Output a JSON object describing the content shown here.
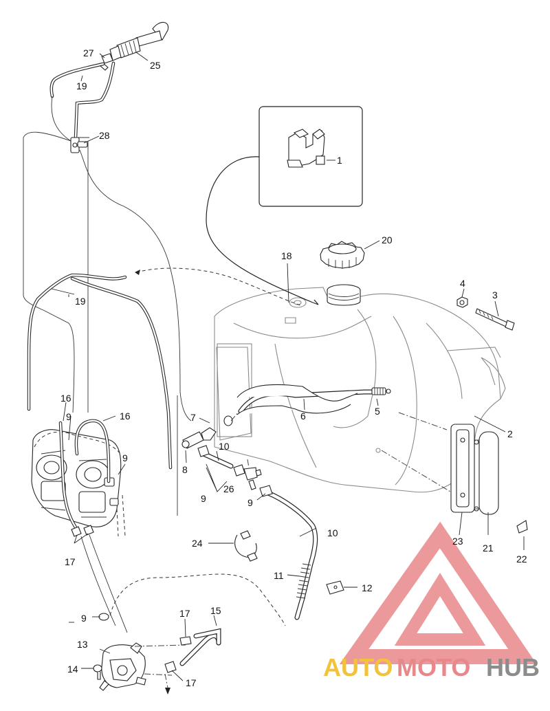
{
  "callouts": [
    {
      "id": "c1",
      "text": "1"
    },
    {
      "id": "c2",
      "text": "2"
    },
    {
      "id": "c3",
      "text": "3"
    },
    {
      "id": "c4",
      "text": "4"
    },
    {
      "id": "c5",
      "text": "5"
    },
    {
      "id": "c6",
      "text": "6"
    },
    {
      "id": "c7",
      "text": "7"
    },
    {
      "id": "c8",
      "text": "8"
    },
    {
      "id": "c9a",
      "text": "9"
    },
    {
      "id": "c9b",
      "text": "9"
    },
    {
      "id": "c9c",
      "text": "9"
    },
    {
      "id": "c9d",
      "text": "9"
    },
    {
      "id": "c9e",
      "text": "9"
    },
    {
      "id": "c10a",
      "text": "10"
    },
    {
      "id": "c10b",
      "text": "10"
    },
    {
      "id": "c11",
      "text": "11"
    },
    {
      "id": "c12",
      "text": "12"
    },
    {
      "id": "c13",
      "text": "13"
    },
    {
      "id": "c14",
      "text": "14"
    },
    {
      "id": "c15",
      "text": "15"
    },
    {
      "id": "c16a",
      "text": "16"
    },
    {
      "id": "c16b",
      "text": "16"
    },
    {
      "id": "c17a",
      "text": "17"
    },
    {
      "id": "c17b",
      "text": "17"
    },
    {
      "id": "c17c",
      "text": "17"
    },
    {
      "id": "c18",
      "text": "18"
    },
    {
      "id": "c19a",
      "text": "19"
    },
    {
      "id": "c19b",
      "text": "19"
    },
    {
      "id": "c20",
      "text": "20"
    },
    {
      "id": "c21",
      "text": "21"
    },
    {
      "id": "c22",
      "text": "22"
    },
    {
      "id": "c23",
      "text": "23"
    },
    {
      "id": "c24",
      "text": "24"
    },
    {
      "id": "c25",
      "text": "25"
    },
    {
      "id": "c26",
      "text": "26"
    },
    {
      "id": "c27",
      "text": "27"
    },
    {
      "id": "c28",
      "text": "28"
    }
  ],
  "watermark": {
    "word_1": "AUTO",
    "word_2": "MOTO",
    "word_3": "HUB",
    "color_primary": "#e8888a",
    "color_secondary": "#f2c23a",
    "color_tertiary": "#8c8c8c"
  }
}
